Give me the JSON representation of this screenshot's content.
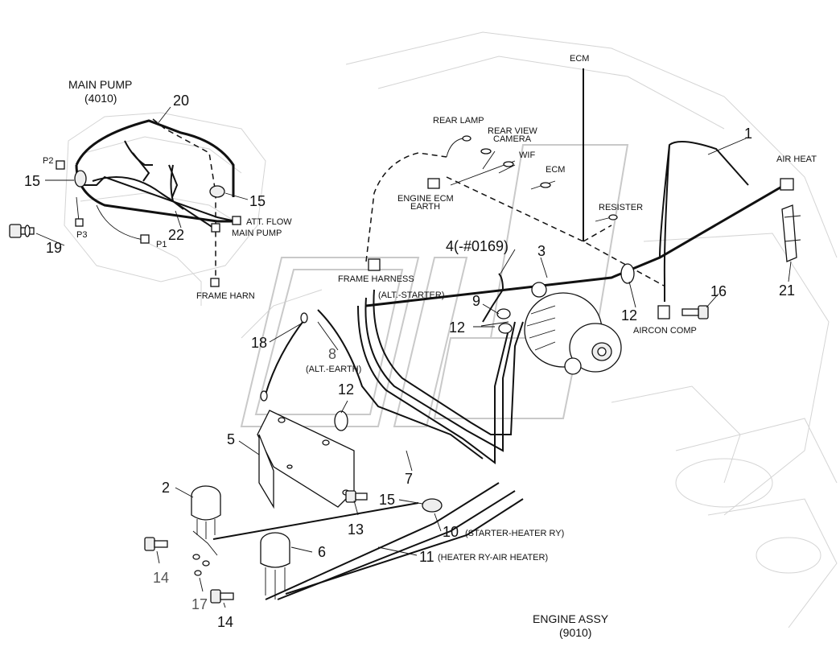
{
  "labels": {
    "main_pump": "MAIN PUMP",
    "main_pump_code": "(4010)",
    "engine_assy": "ENGINE ASSY",
    "engine_assy_code": "(9010)",
    "ecm_top": "ECM",
    "rear_lamp": "REAR LAMP",
    "rear_view": "REAR VIEW",
    "camera": "CAMERA",
    "wif": "WIF",
    "ecm": "ECM",
    "engine_ecm": "ENGINE ECM",
    "earth": "EARTH",
    "resister": "RESISTER",
    "air_heat": "AIR HEAT",
    "frame_harness": "FRAME HARNESS",
    "alt_starter": "(ALT.-STARTER)",
    "alt_earth": "(ALT.-EARTH)",
    "aircon_comp": "AIRCON COMP",
    "att_flow": "ATT. FLOW",
    "main_pump_conn": "MAIN PUMP",
    "frame_harn": "FRAME HARN",
    "p1": "P1",
    "p2": "P2",
    "p3": "P3",
    "starter_heater_ry": "(STARTER-HEATER RY)",
    "heater_ry_air_heater": "(HEATER RY-AIR HEATER)"
  },
  "callouts": {
    "c1": "1",
    "c2": "2",
    "c3": "3",
    "c4": "4(-#0169)",
    "c5": "5",
    "c6": "6",
    "c7": "7",
    "c8": "8",
    "c9": "9",
    "c10": "10",
    "c11": "11",
    "c12a": "12",
    "c12b": "12",
    "c12c": "12",
    "c13": "13",
    "c14a": "14",
    "c14b": "14",
    "c15a": "15",
    "c15b": "15",
    "c15c": "15",
    "c16": "16",
    "c17": "17",
    "c18": "18",
    "c19": "19",
    "c20": "20",
    "c21": "21",
    "c22": "22"
  }
}
